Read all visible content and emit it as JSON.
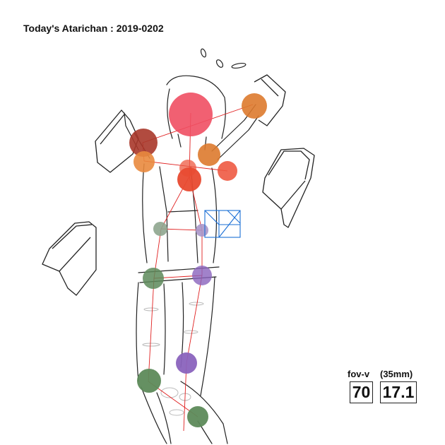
{
  "title": "Today's Atarichan : 2019-0202",
  "camera": {
    "fov_label": "fov-v",
    "focal_label": "(35mm)",
    "fov_value": "70",
    "focal_value": "17.1"
  },
  "colors": {
    "head": "#ef4f63",
    "upper_orange": "#dd7a2e",
    "dark_red": "#a8372a",
    "coral": "#ee5a42",
    "sage": "#8ea58e",
    "green": "#5d8a5a",
    "lavender": "#a996c9",
    "purple": "#8a63bd",
    "bone_line": "#e02020",
    "camera_cube": "#1a6fd6",
    "sketch": "#222222"
  },
  "icons": {
    "camera_gizmo": "wireframe-cube-icon"
  }
}
